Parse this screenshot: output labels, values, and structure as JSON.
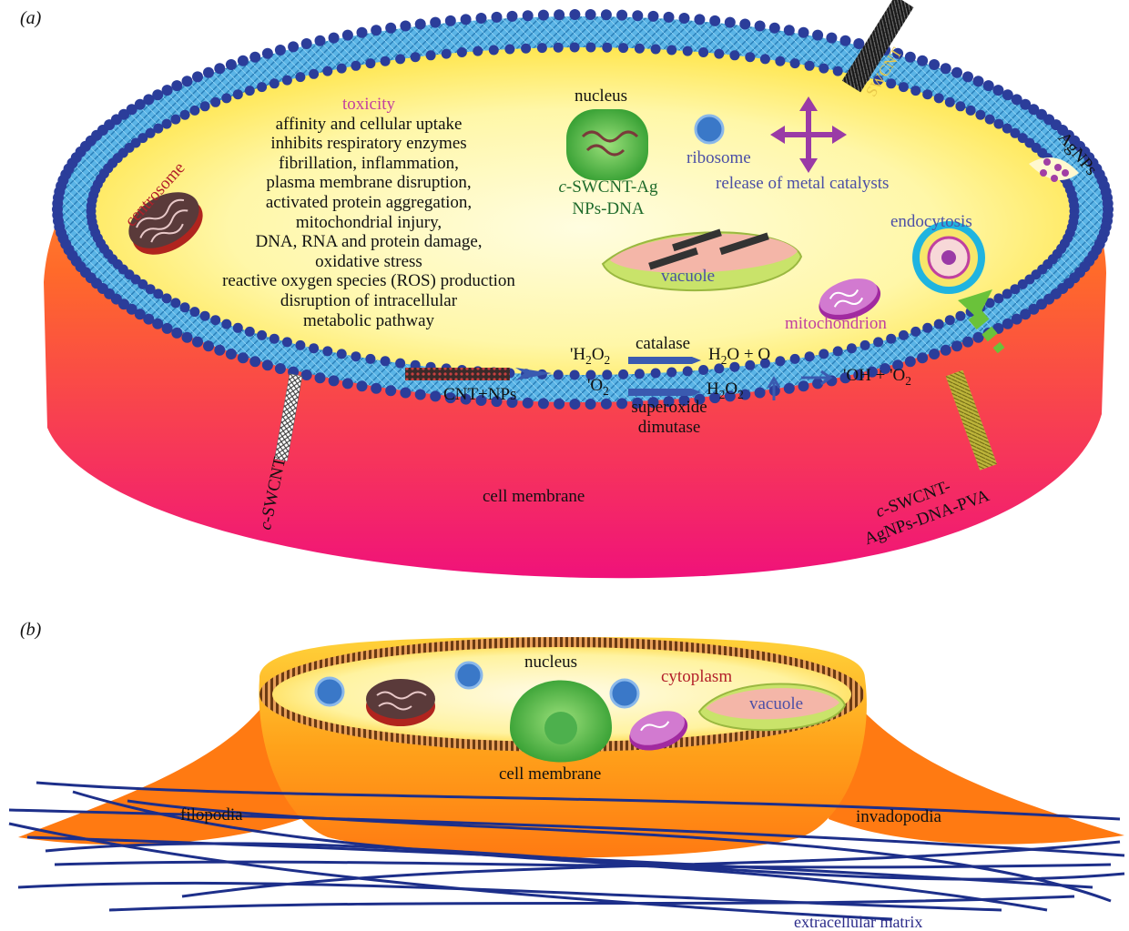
{
  "panel_a": {
    "letter": "(a)",
    "toxicity_title": "toxicity",
    "toxicity_effects": [
      "affinity and cellular uptake",
      "inhibits respiratory enzymes",
      "fibrillation, inflammation,",
      "plasma membrane disruption,",
      "activated protein aggregation,",
      "mitochondrial injury,",
      "DNA, RNA and protein damage,",
      "oxidative stress",
      "reactive oxygen species (ROS) production",
      "disruption of intracellular",
      "metabolic pathway"
    ],
    "labels": {
      "centrosome": "centrosome",
      "nucleus": "nucleus",
      "nucleus_complex_line1": "c-SWCNT-Ag",
      "nucleus_complex_line2": "NPs-DNA",
      "ribosome": "ribosome",
      "release": "release of metal catalysts",
      "swcnt": "SWCNT",
      "agnps": "AgNPs",
      "endocytosis": "endocytosis",
      "vacuole": "vacuole",
      "mitochondrion": "mitochondrion",
      "cnt_nps": "CNT+NPs",
      "catalase": "catalase",
      "superoxide_line1": "superoxide",
      "superoxide_line2": "dimutase",
      "c_swcnt": "c-SWCNT",
      "cell_membrane": "cell membrane",
      "pva_line1": "c-SWCNT-",
      "pva_line2": "AgNPs-DNA-PVA"
    },
    "reactions": {
      "h2o2_in": "'H2O2",
      "o2_in": "'O2",
      "h2o_o": "H2O + O",
      "h2o2_out": "H2O2",
      "oh_o2": "'OH + 'O2"
    }
  },
  "panel_b": {
    "letter": "(b)",
    "labels": {
      "nucleus": "nucleus",
      "cytoplasm": "cytoplasm",
      "vacuole": "vacuole",
      "cell_membrane": "cell membrane",
      "filopodia": "filopodia",
      "invadopodia": "invadopodia",
      "extracellular_matrix": "extracellular matrix"
    }
  }
}
